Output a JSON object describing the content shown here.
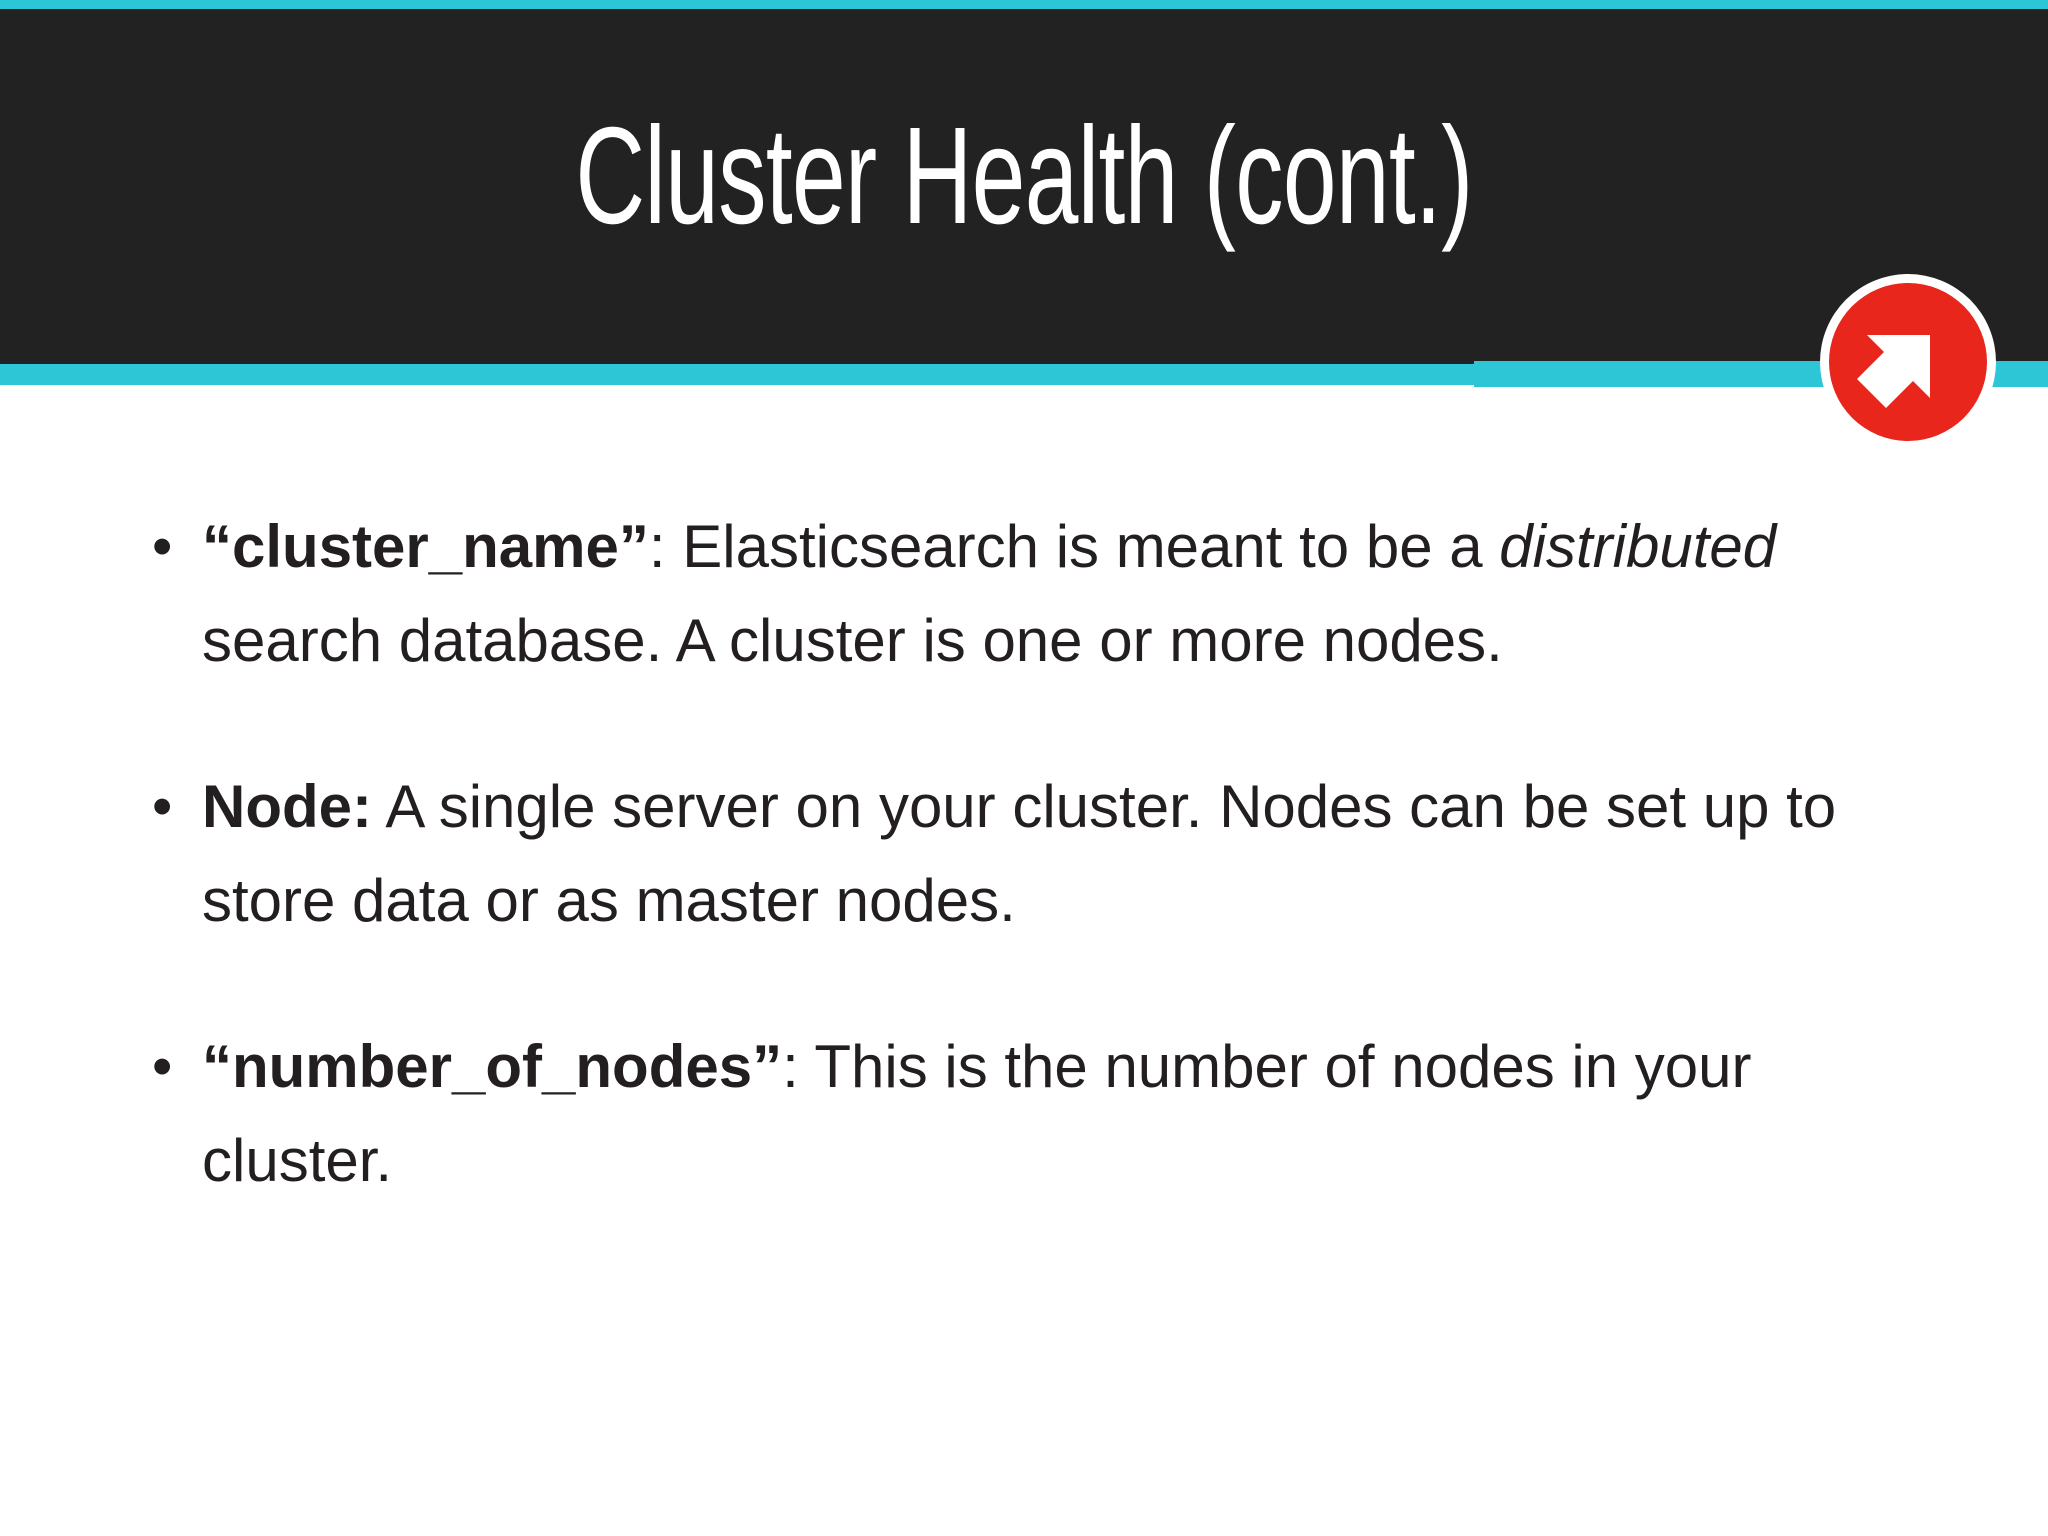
{
  "theme": {
    "accent_teal": "#2cc6d6",
    "header_dark": "#222222",
    "logo_red": "#e8261c",
    "body_text": "#231f20",
    "background": "#ffffff"
  },
  "header": {
    "title": "Cluster Health (cont.)",
    "logo_icon": "circle-arrow-up-right-icon"
  },
  "content": {
    "bullet_marker": "•",
    "bullets": [
      {
        "marker": "•",
        "term": "“cluster_name”",
        "separator": ": ",
        "text_before_italic": "Elasticsearch is meant to be a ",
        "italic": "distributed",
        "text_after_italic": " search database. A cluster is one or more nodes.",
        "full_text": "“cluster_name”: Elasticsearch is meant to be a distributed search database. A cluster is one or more nodes."
      },
      {
        "marker": "•",
        "term": "Node:",
        "separator": " ",
        "text_before_italic": "A single server on your cluster. Nodes can be set up to store data or as master nodes.",
        "italic": "",
        "text_after_italic": "",
        "full_text": "Node: A single server on your cluster. Nodes can be set up to store data or as master nodes."
      },
      {
        "marker": "•",
        "term": "“number_of_nodes”",
        "separator": ": ",
        "text_before_italic": "This is the number of nodes in your cluster.",
        "italic": "",
        "text_after_italic": "",
        "full_text": "“number_of_nodes”: This is the number of nodes in your cluster."
      }
    ]
  }
}
